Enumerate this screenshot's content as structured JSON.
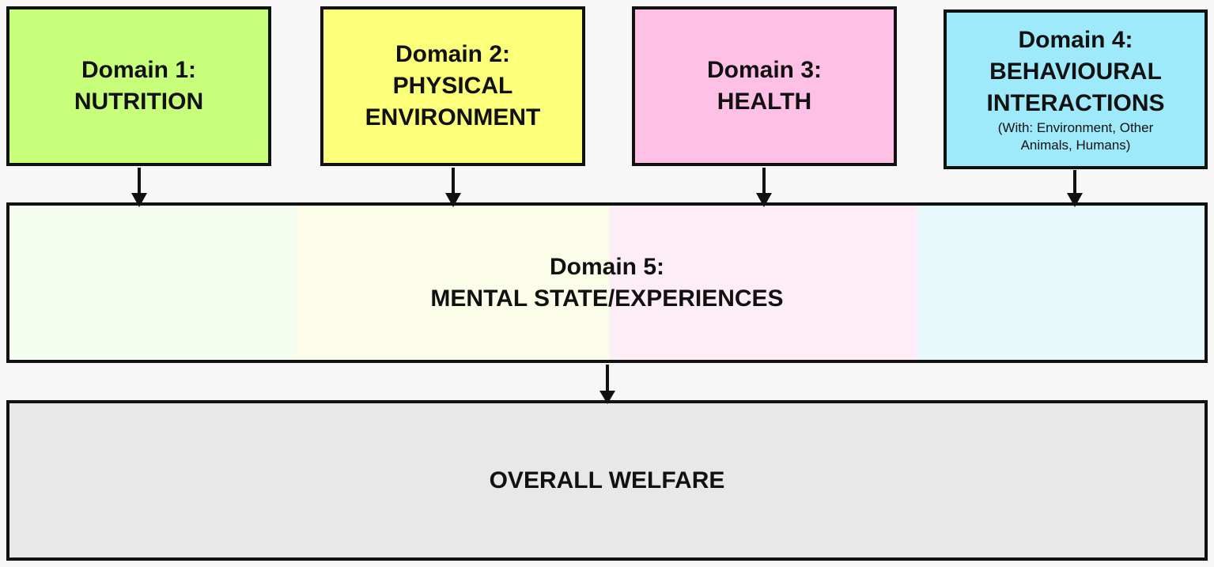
{
  "domains": [
    {
      "heading": "Domain 1:",
      "name": "NUTRITION",
      "note": "",
      "color": "#c8ff7a"
    },
    {
      "heading": "Domain 2:",
      "name": "PHYSICAL ENVIRONMENT",
      "note": "",
      "color": "#fbff7a"
    },
    {
      "heading": "Domain 3:",
      "name": "HEALTH",
      "note": "",
      "color": "#ffc0e6"
    },
    {
      "heading": "Domain 4:",
      "name": "BEHAVIOURAL INTERACTIONS",
      "note": "(With: Environment, Other Animals, Humans)",
      "color": "#9ee9fa"
    }
  ],
  "mental": {
    "heading": "Domain 5:",
    "name": "MENTAL STATE/EXPERIENCES"
  },
  "welfare": {
    "label": "OVERALL WELFARE",
    "color": "#e8e8e8"
  }
}
